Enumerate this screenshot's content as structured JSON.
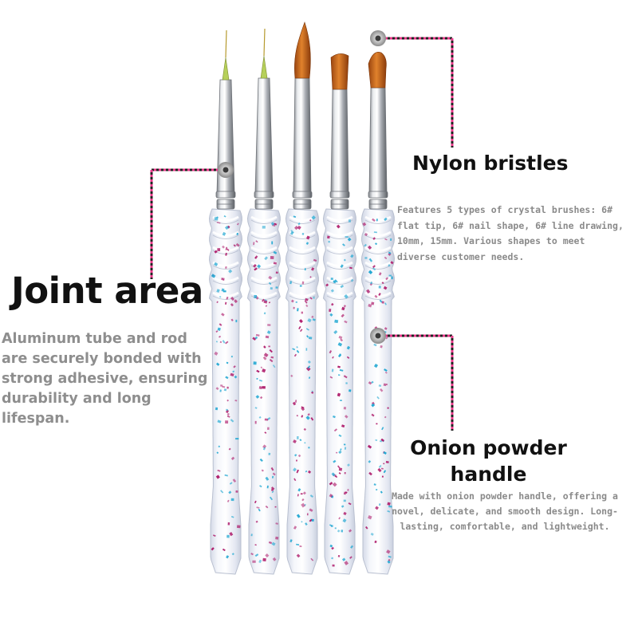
{
  "callouts": {
    "joint": {
      "title": "Joint area",
      "description": "Aluminum tube and rod are securely bonded with strong adhesive, ensuring durability and long lifespan."
    },
    "nylon": {
      "title": "Nylon bristles",
      "description": "Features 5 types of crystal brushes: 6# flat tip, 6# nail shape, 6# line drawing, 10mm, 15mm. Various shapes to meet diverse customer needs."
    },
    "onion": {
      "title": "Onion powder handle",
      "description": "Made with onion powder handle, offering a novel, delicate, and smooth design. Long-lasting, comfortable, and lightweight."
    }
  },
  "colors": {
    "speckle_pink": "#b0206e",
    "speckle_blue": "#25a9d3",
    "leader_pink": "#e8388a",
    "leader_dark": "#222222",
    "bristle": "#c9661a",
    "metal": "#b8bcc2"
  },
  "brushes": [
    {
      "name": "line drawing brush (fine)"
    },
    {
      "name": "line drawing brush"
    },
    {
      "name": "round pointed brush"
    },
    {
      "name": "flat brush"
    },
    {
      "name": "oval brush"
    }
  ]
}
